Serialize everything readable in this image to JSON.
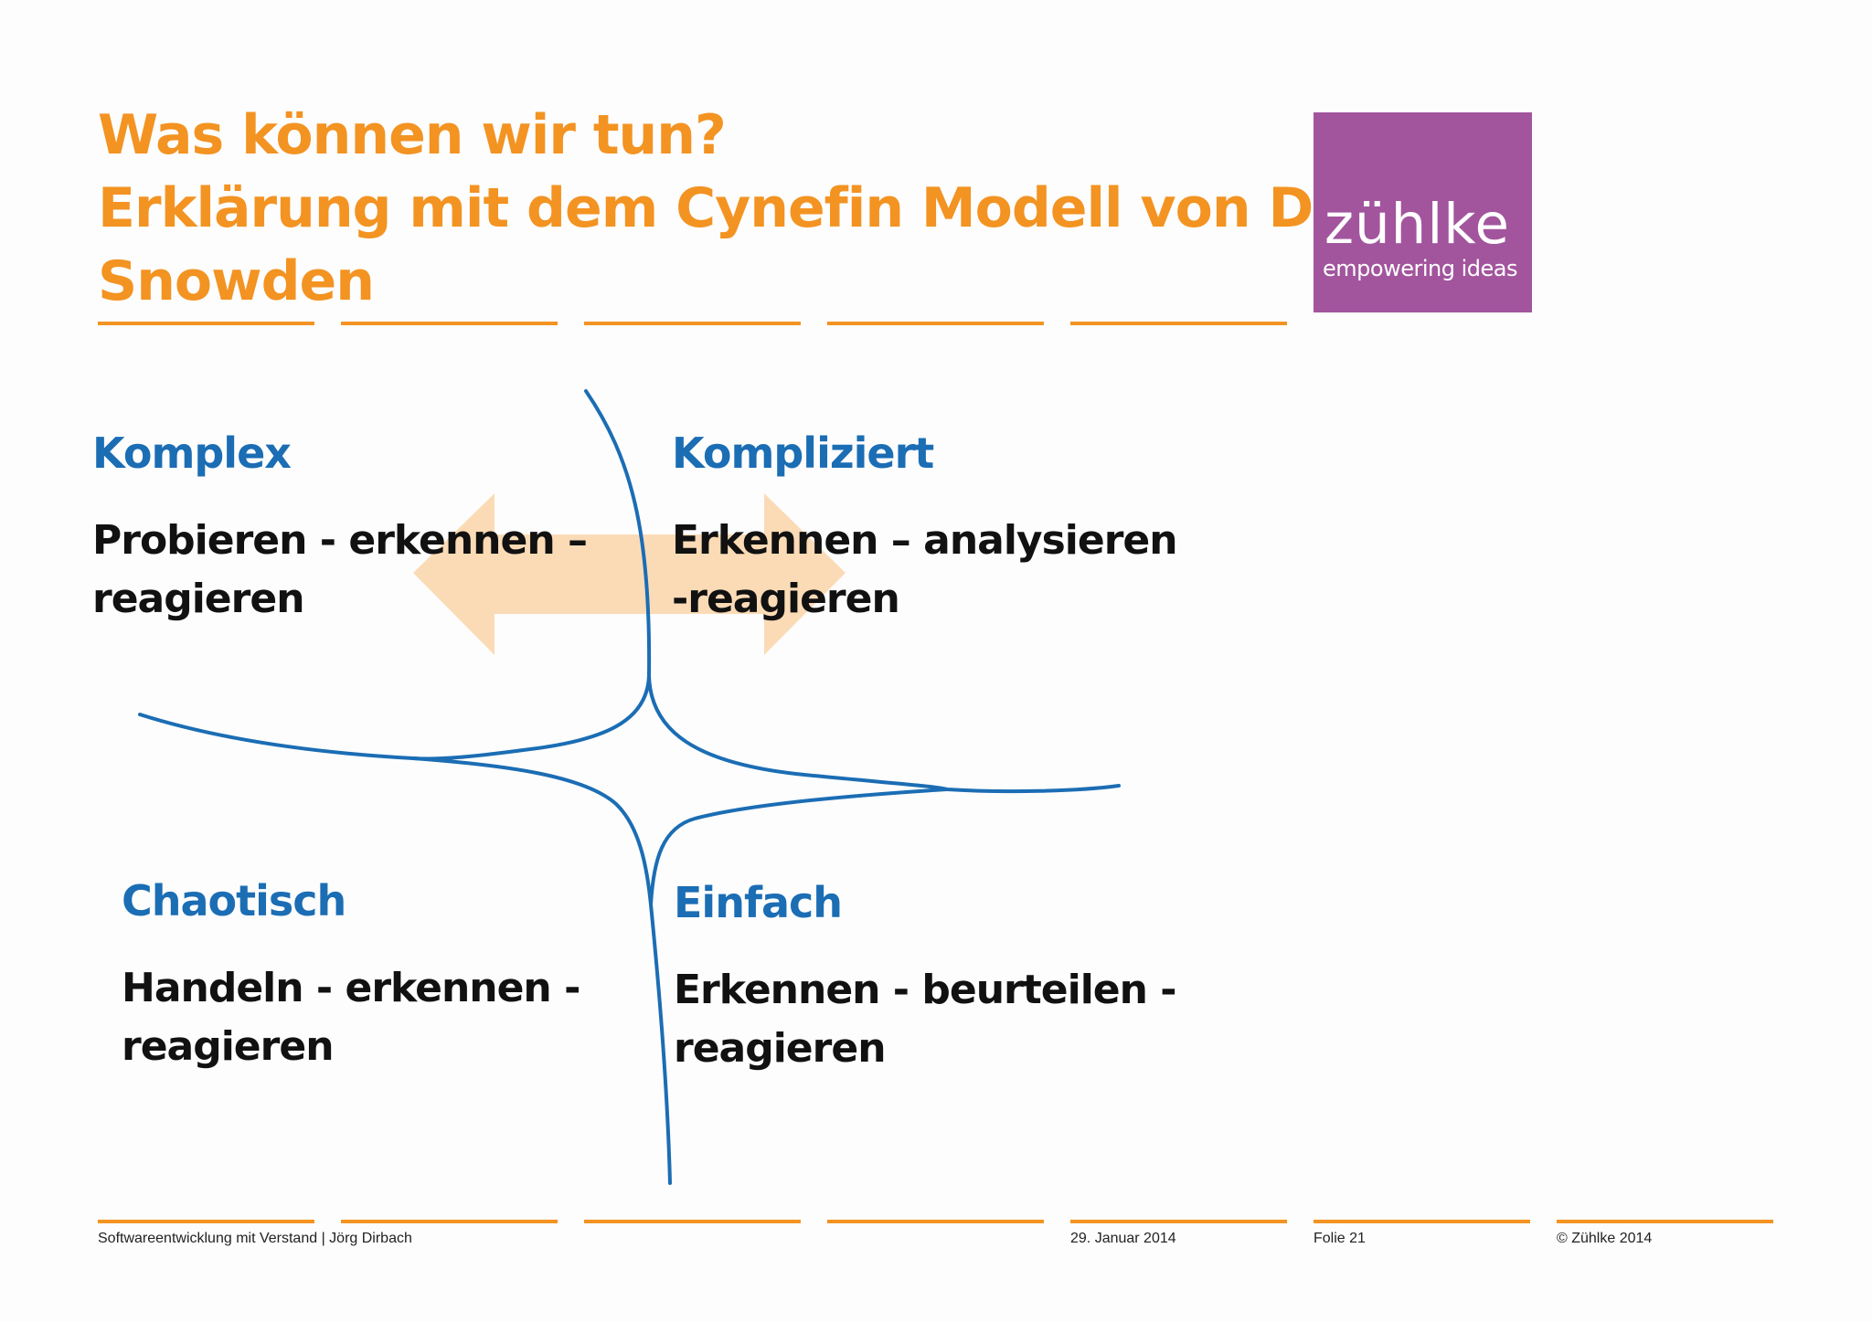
{
  "title": {
    "line1": "Was können wir tun?",
    "line2": "Erklärung mit dem Cynefin Modell von Dave",
    "line3": "Snowden"
  },
  "logo": {
    "name": "zühlke",
    "tagline": "empowering ideas",
    "background_color": "#a2559d"
  },
  "domains": {
    "komplex": {
      "heading": "Komplex",
      "line1": "Probieren - erkennen –",
      "line2": "reagieren"
    },
    "kompliziert": {
      "heading": "Kompliziert",
      "line1": "Erkennen – analysieren",
      "line2": "-reagieren"
    },
    "chaotisch": {
      "heading": "Chaotisch",
      "line1": "Handeln - erkennen -",
      "line2": "reagieren"
    },
    "einfach": {
      "heading": "Einfach",
      "line1": "Erkennen - beurteilen -",
      "line2": "reagieren"
    }
  },
  "footer": {
    "presentation": "Softwareentwicklung mit Verstand | Jörg Dirbach",
    "date": "29. Januar 2014",
    "slide": "Folie 21",
    "copyright": "© Zühlke 2014"
  },
  "colors": {
    "accent_orange": "#f39322",
    "heading_blue": "#1b6db4",
    "curve_blue": "#1b6db4",
    "arrow_fill": "#fbd7ae"
  }
}
